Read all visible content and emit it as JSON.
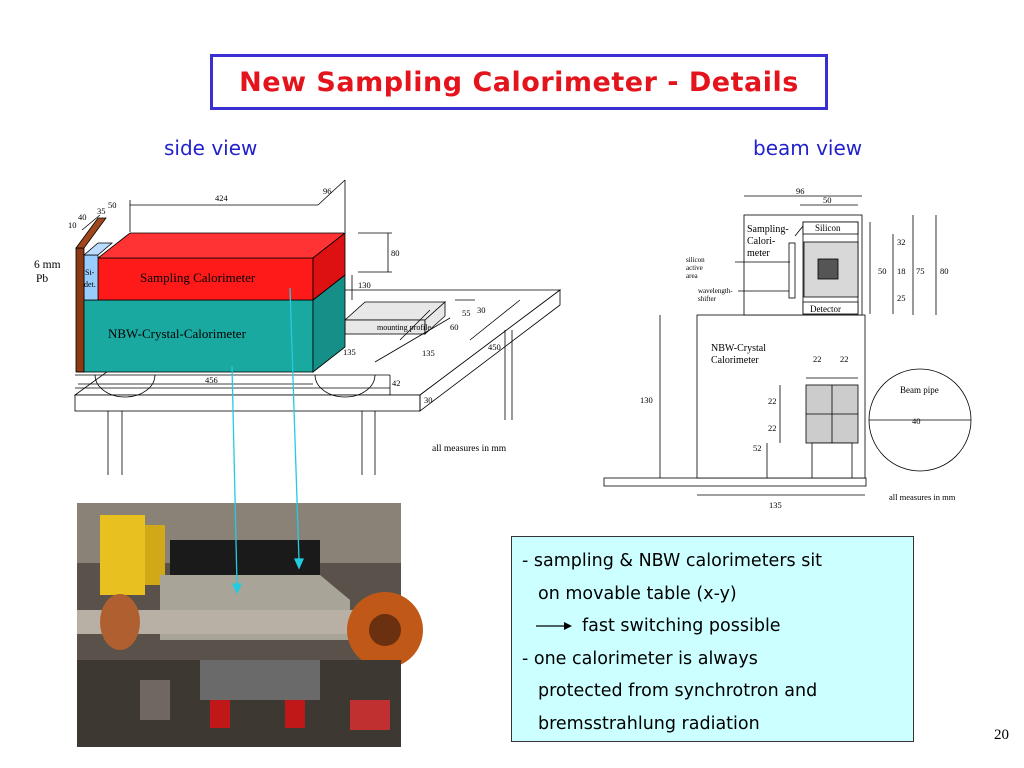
{
  "title": "New Sampling Calorimeter - Details",
  "side_view_label": "side view",
  "beam_view_label": "beam view",
  "side_diagram": {
    "pb_label": "6 mm",
    "pb_label2": "Pb",
    "si_det_label": "Si-",
    "si_det_label2": "det.",
    "sampling_label": "Sampling Calorimeter",
    "nbw_label": "NBW-Crystal-Calorimeter",
    "mounting_label": "mounting profile",
    "all_measures": "all measures in mm",
    "dims": {
      "d10": "10",
      "d40": "40",
      "d35": "35",
      "d50": "50",
      "d424": "424",
      "d96": "96",
      "d80": "80",
      "d130": "130",
      "d55": "55",
      "d30a": "30",
      "d60": "60",
      "d450": "450",
      "d135a": "135",
      "d135b": "135",
      "d456": "456",
      "d42": "42",
      "d30b": "30"
    }
  },
  "beam_diagram": {
    "sampling_label1": "Sampling-",
    "sampling_label2": "Calori-",
    "sampling_label3": "meter",
    "silicon_label": "Silicon",
    "detector_label": "Detector",
    "si_active1": "silicon",
    "si_active2": "active",
    "si_active3": "area",
    "wls1": "wavelength-",
    "wls2": "shifter",
    "nbw1": "NBW-Crystal",
    "nbw2": "Calorimeter",
    "beam_pipe": "Beam pipe",
    "beam_pipe_dim": "40",
    "all_measures": "all measures in mm",
    "dims": {
      "d96": "96",
      "d50": "50",
      "d32": "32",
      "d50b": "50",
      "d18": "18",
      "d75": "75",
      "d80": "80",
      "d25": "25",
      "d22a": "22",
      "d22b": "22",
      "d22c": "22",
      "d22d": "22",
      "d52": "52",
      "d130": "130",
      "d135": "135"
    }
  },
  "notes": {
    "line1": "- sampling & NBW calorimeters sit",
    "line2": "on movable table (x-y)",
    "line3": "fast switching possible",
    "line4": "- one calorimeter is always",
    "line5": "protected from synchrotron and",
    "line6": "bremsstrahlung radiation"
  },
  "page_number": "20",
  "colors": {
    "title": "#e4141c",
    "title_border": "#3a2fd0",
    "view_label": "#2222cc",
    "sampling_block": "#ff1a1a",
    "nbw_block": "#1aa9a0",
    "note_bg": "#ccffff",
    "arrow": "#22cce0"
  }
}
